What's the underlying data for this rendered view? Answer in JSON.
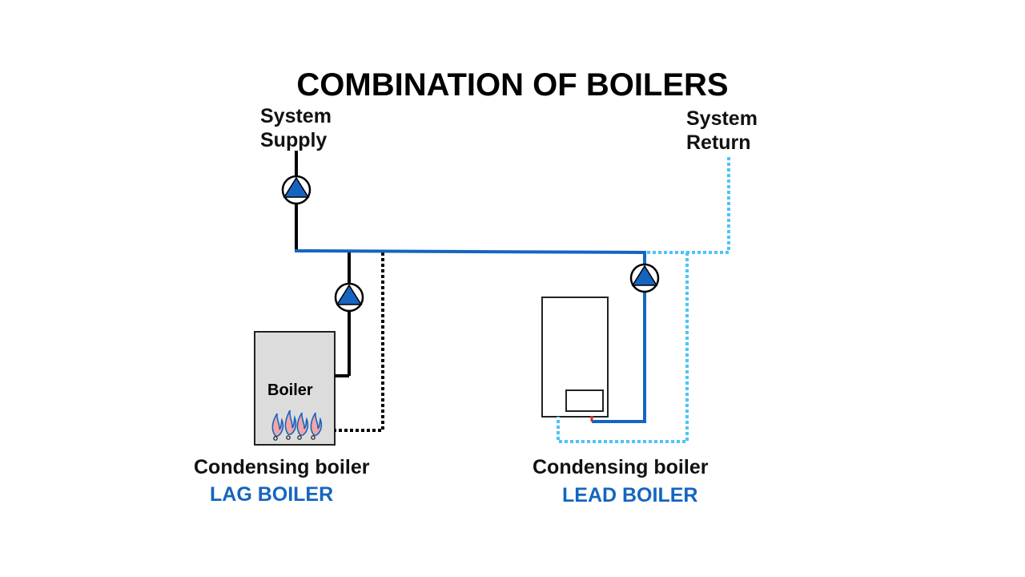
{
  "title": "COMBINATION OF BOILERS",
  "labels": {
    "system_supply": [
      "System",
      "Supply"
    ],
    "system_return": [
      "System",
      "Return"
    ]
  },
  "lag": {
    "type": "Condensing boiler",
    "role": "LAG BOILER",
    "unit_label": "Boiler"
  },
  "lead": {
    "type": "Condensing boiler",
    "role": "LEAD BOILER"
  },
  "colors": {
    "supply_pipe": "#000000",
    "header_pipe": "#1565c0",
    "return_pipe": "#4fc3f7",
    "pump_fill": "#1565c0",
    "role_text": "#1565c0",
    "boiler_body": "#d9d9d9",
    "flame": "#1565c0"
  }
}
